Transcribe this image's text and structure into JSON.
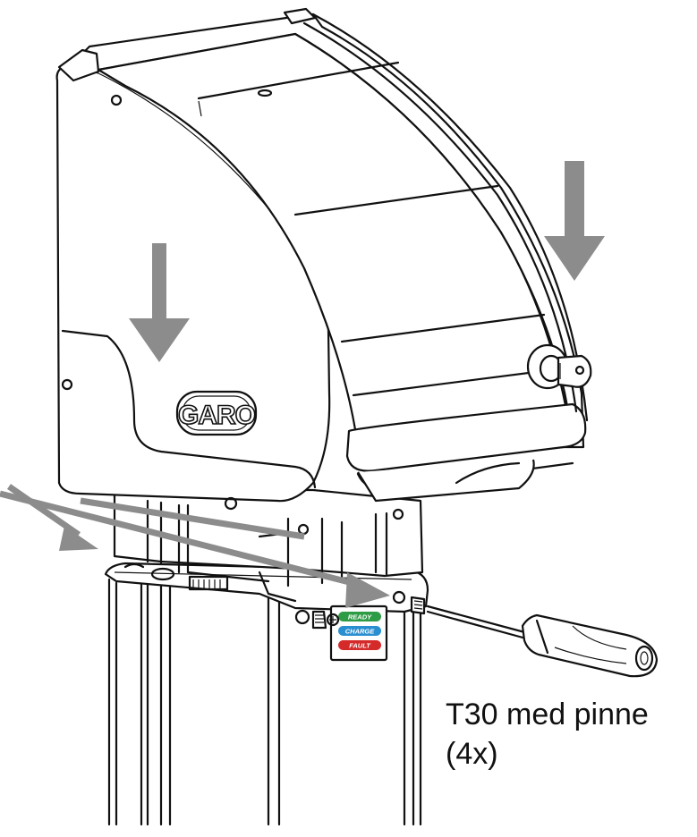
{
  "brand": {
    "logo_text": "GARO"
  },
  "status_label": {
    "ready": {
      "text": "READY",
      "color": "#2e9c45"
    },
    "charge": {
      "text": "CHARGE",
      "color": "#2a8fd0"
    },
    "fault": {
      "text": "FAULT",
      "color": "#d42a2a"
    }
  },
  "callout": {
    "tool": "T30 med pinne",
    "quantity": "(4x)"
  },
  "colors": {
    "arrow": "#8c8c8c",
    "line": "#111111"
  },
  "icons": [
    "down-arrow-icon",
    "diagonal-arrow-icon",
    "key-icon",
    "screwdriver-icon",
    "screw-icon"
  ]
}
